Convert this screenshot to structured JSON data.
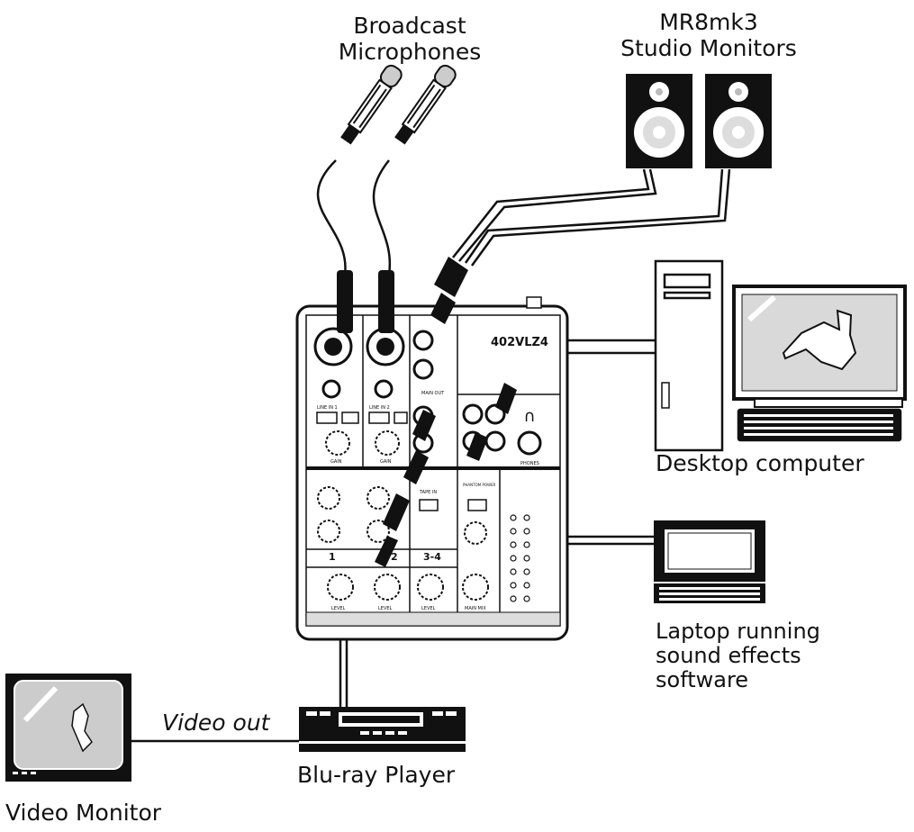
{
  "labels": {
    "broadcast_mics": [
      "Broadcast",
      "Microphones"
    ],
    "studio_monitors": [
      "MR8mk3",
      "Studio Monitors"
    ],
    "desktop": "Desktop computer",
    "laptop": [
      "Laptop running",
      "sound effects",
      "software"
    ],
    "video_out": "Video out",
    "bluray": "Blu-ray Player",
    "video_monitor": "Video Monitor"
  },
  "mixer": {
    "model": "402VLZ4",
    "channel_1": "1",
    "channel_2": "2",
    "channel_34": "3-4",
    "knob_labels": [
      "GAIN",
      "GAIN",
      "LEVEL",
      "LEVEL",
      "LEVEL",
      "MAIN MIX"
    ],
    "section_labels": [
      "MAIN OUT",
      "PHONES",
      "PHANTOM POWER",
      "TAPE IN",
      "LINE IN 1",
      "LINE IN 2"
    ]
  }
}
